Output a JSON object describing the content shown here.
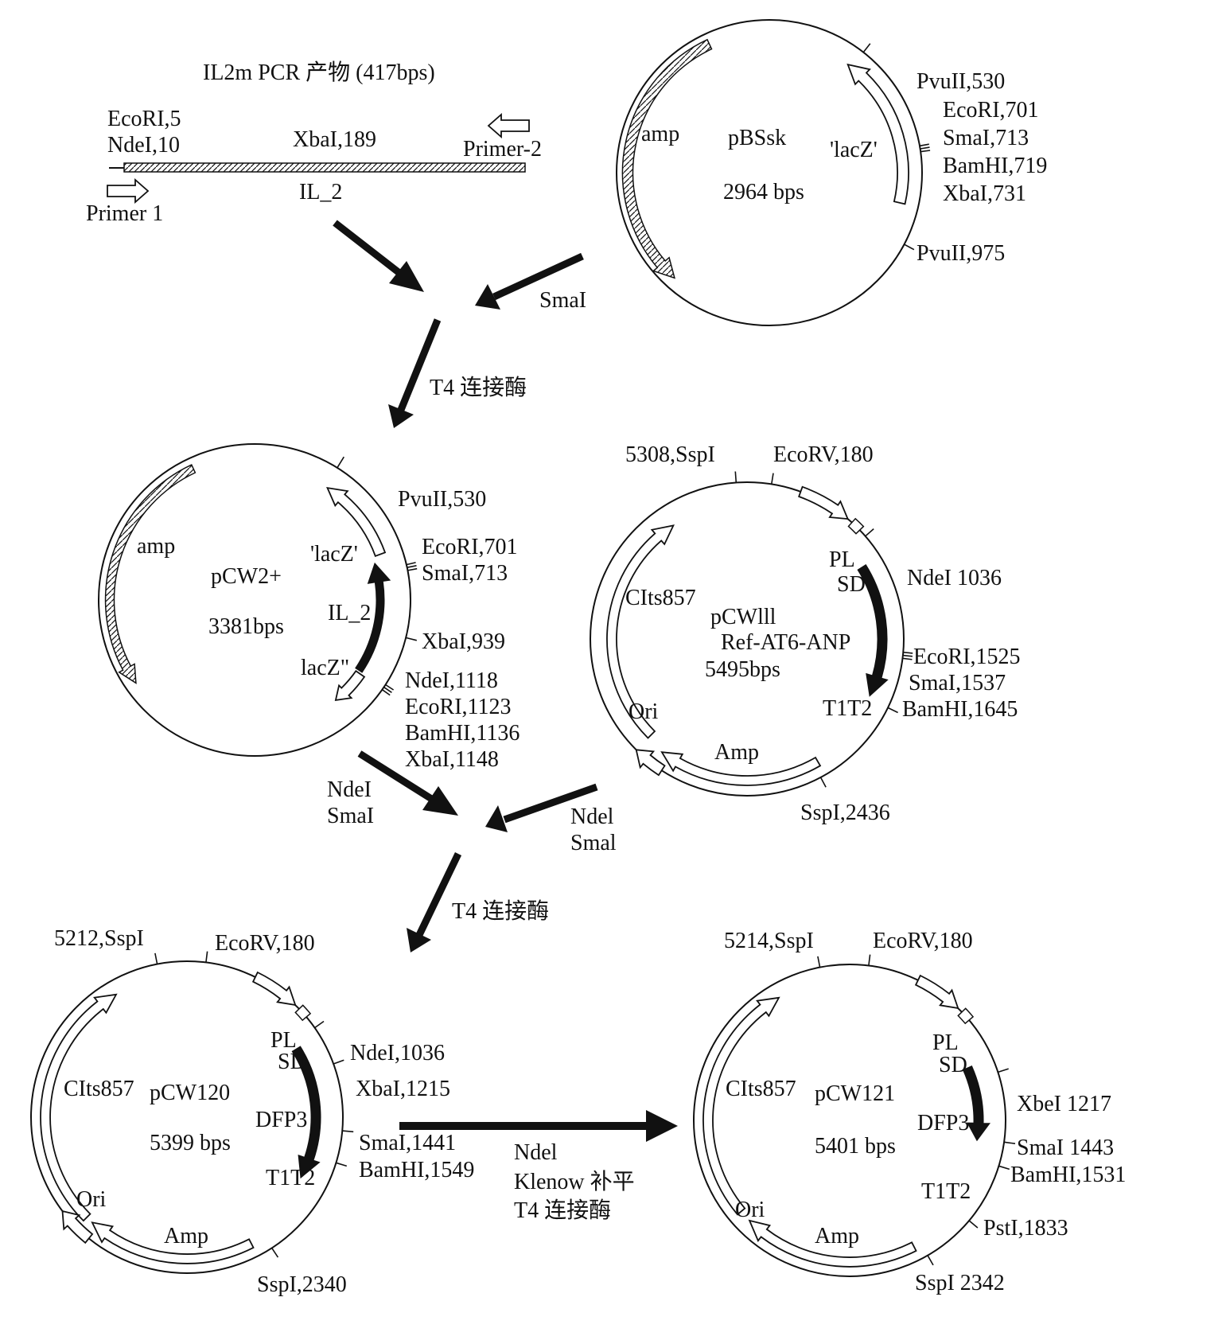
{
  "colors": {
    "ink": "#111111",
    "paper": "#ffffff"
  },
  "pcr": {
    "title": "IL2m PCR 产物 (417bps)",
    "ecori": "EcoRI,5",
    "ndei": "NdeI,10",
    "xbai": "XbaI,189",
    "primer1": "Primer 1",
    "primer2": "Primer-2",
    "gene": "IL_2"
  },
  "pbssk": {
    "name": "pBSsk",
    "size": "2964 bps",
    "amp": "amp",
    "lacz": "'lacZ'",
    "sites": [
      "PvuII,530",
      "EcoRI,701",
      "SmaI,713",
      "BamHI,719",
      "XbaI,731",
      "PvuII,975"
    ]
  },
  "step1": {
    "enzyme": "SmaI",
    "ligase": "T4 连接酶"
  },
  "pcw2": {
    "name": "pCW2+",
    "size": "3381bps",
    "amp": "amp",
    "lacz1": "'lacZ'",
    "gene": "IL_2",
    "lacz2": "lacZ\"",
    "sites": [
      "PvuII,530",
      "EcoRI,701",
      "SmaI,713",
      "XbaI,939",
      "NdeI,1118",
      "EcoRI,1123",
      "BamHI,1136",
      "XbaI,1148"
    ]
  },
  "pcw111": {
    "name": "pCWlll",
    "name2": "Ref-AT6-ANP",
    "size": "5495bps",
    "cits": "CIts857",
    "pl": "PL",
    "sd": "SD",
    "ori": "Ori",
    "amp": "Amp",
    "t1t2": "T1T2",
    "sites": [
      "5308,SspI",
      "EcoRV,180",
      "NdeI 1036",
      "EcoRI,1525",
      "SmaI,1537",
      "BamHI,1645",
      "SspI,2436"
    ]
  },
  "step2": {
    "left1": "NdeI",
    "left2": "SmaI",
    "right1": "Ndel",
    "right2": "Smal",
    "ligase": "T4 连接酶"
  },
  "pcw120": {
    "name": "pCW120",
    "size": "5399 bps",
    "cits": "CIts857",
    "pl": "PL",
    "sd": "SD",
    "dfp3": "DFP3",
    "t1t2": "T1T2",
    "ori": "Ori",
    "amp": "Amp",
    "sites": [
      "5212,SspI",
      "EcoRV,180",
      "NdeI,1036",
      "XbaI,1215",
      "SmaI,1441",
      "BamHI,1549",
      "SspI,2340"
    ]
  },
  "step3": {
    "line1": "Ndel",
    "line2": "Klenow 补平",
    "line3": "T4 连接酶"
  },
  "pcw121": {
    "name": "pCW121",
    "size": "5401 bps",
    "cits": "CIts857",
    "pl": "PL",
    "sd": "SD",
    "dfp3": "DFP3",
    "t1t2": "T1T2",
    "ori": "Ori",
    "amp": "Amp",
    "sites": [
      "5214,SspI",
      "EcoRV,180",
      "XbeI 1217",
      "SmaI 1443",
      "BamHI,1531",
      "PstI,1833",
      "SspI 2342"
    ]
  }
}
